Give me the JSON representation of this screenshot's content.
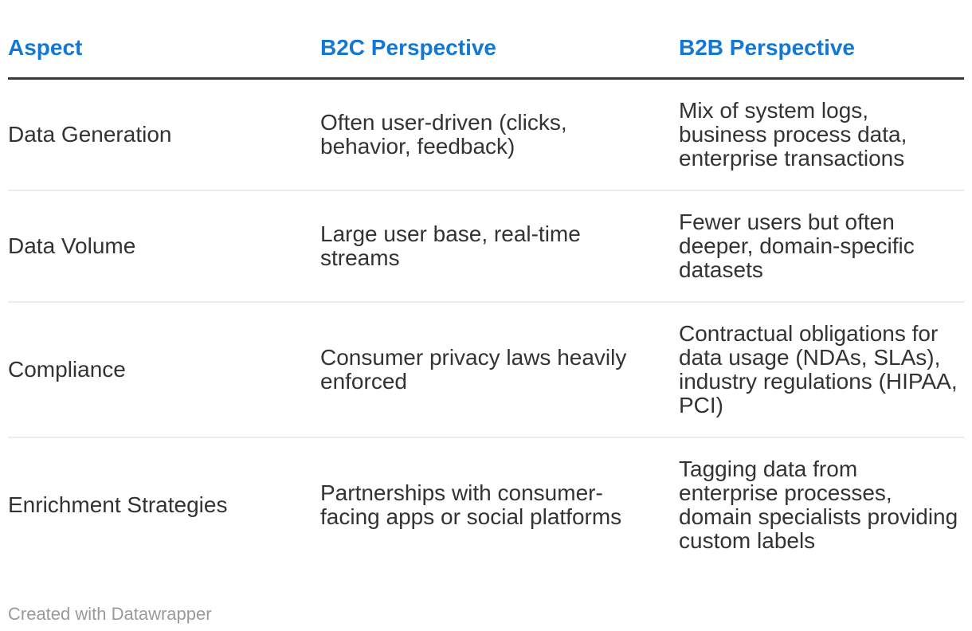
{
  "chart_data": {
    "type": "table",
    "columns": [
      "Aspect",
      "B2C Perspective",
      "B2B Perspective"
    ],
    "rows": [
      [
        "Data Generation",
        "Often user-driven (clicks, behavior, feedback)",
        "Mix of system logs, business process data, enterprise transactions"
      ],
      [
        "Data Volume",
        "Large user base, real-time streams",
        "Fewer users but often deeper, domain-specific datasets"
      ],
      [
        "Compliance",
        "Consumer privacy laws heavily enforced",
        "Contractual obligations for data usage (NDAs, SLAs), industry regulations (HIPAA, PCI)"
      ],
      [
        "Enrichment Strategies",
        "Partnerships with consumer-facing apps or social platforms",
        "Tagging data from enterprise processes, domain specialists providing custom labels"
      ]
    ],
    "legend_position": "none",
    "grid": "horizontal-dividers"
  },
  "footer": {
    "attribution": "Created with Datawrapper"
  },
  "colors": {
    "header_text": "#1377d4",
    "header_rule": "#393939",
    "body_text": "#333333",
    "row_divider": "#ebebeb",
    "attribution_text": "#9a9a9a",
    "background": "#ffffff"
  }
}
